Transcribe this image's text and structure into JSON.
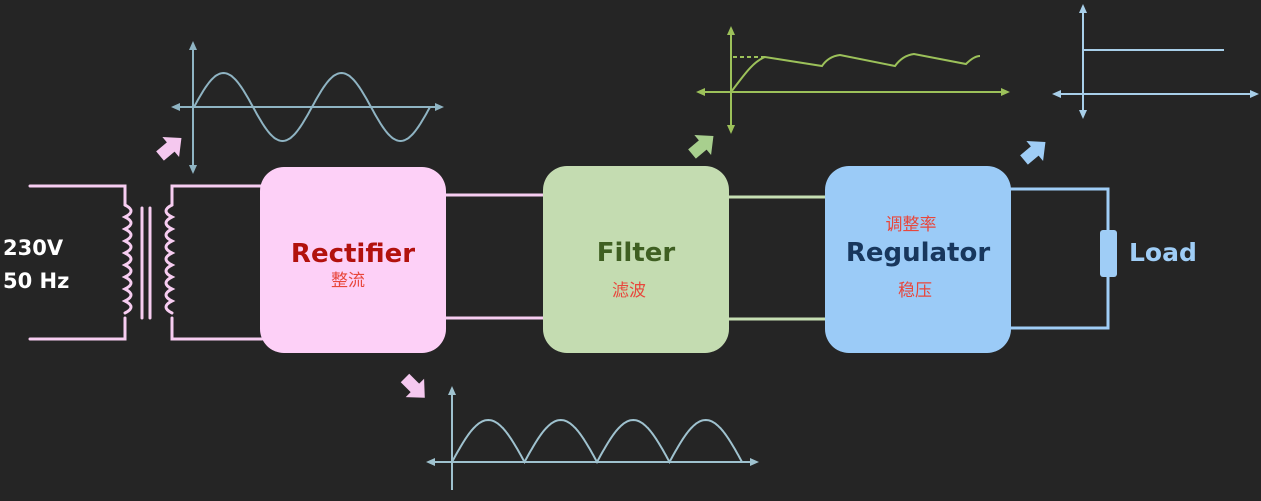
{
  "input": {
    "voltage": "230V",
    "frequency": "50 Hz"
  },
  "blocks": {
    "rectifier": {
      "title": "Rectifier",
      "note": "整流"
    },
    "filter": {
      "title": "Filter",
      "note": "滤波"
    },
    "regulator": {
      "title": "Regulator",
      "note_top": "调整率",
      "note_bottom": "稳压"
    }
  },
  "load": {
    "label": "Load"
  },
  "colors": {
    "background": "#252525",
    "rectifier_fill": "#fdd0f7",
    "rectifier_text": "#b2110d",
    "rectifier_wire": "#f7cdf1",
    "filter_fill": "#c4dcb1",
    "filter_text": "#3f5f22",
    "filter_wire": "#c6dfb3",
    "regulator_fill": "#9bcbf7",
    "regulator_text": "#18375d",
    "regulator_wire": "#9fcdf6",
    "note_text": "#e8473c",
    "sine_wave": "#8fb4c3",
    "rectified_wave": "#9fc2cf",
    "filtered_wave": "#9cc15a",
    "dc_line": "#a8cfe9",
    "arrow_pink": "#f5c8ef",
    "arrow_green": "#a8cf8e",
    "arrow_blue": "#9fcdf6"
  }
}
